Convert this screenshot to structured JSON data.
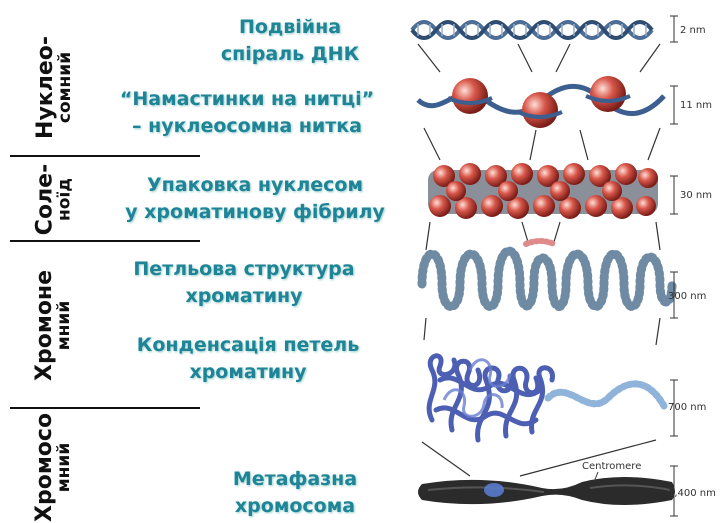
{
  "levels": [
    {
      "line1": "Нуклео-",
      "line2": "сомний"
    },
    {
      "line1": "Соле-",
      "line2": "ноїд"
    },
    {
      "line1": "Хромоне",
      "line2": "мний"
    },
    {
      "line1": "Хромосо",
      "line2": "мний"
    }
  ],
  "descriptions": {
    "dna": [
      "Подвійна",
      "спіраль ДНК"
    ],
    "beads": [
      "“Намастинки на нитці”",
      "– нуклеосомна нитка"
    ],
    "fibril": [
      "Упаковка нуклесом",
      "у хроматинову фібрилу"
    ],
    "loop": [
      "Петльова структура",
      "хроматину"
    ],
    "condense": [
      "Конденсація петель",
      "хроматину"
    ],
    "metaphase": [
      "Метафазна",
      "хромосома"
    ]
  },
  "scale": [
    "2 nm",
    "11 nm",
    "30 nm",
    "300 nm",
    "700 nm",
    "1,400 nm"
  ],
  "centromere_label": "Centromere",
  "colors": {
    "text_accent": "#1e8496",
    "bead": "#c8453c",
    "strand": "#3d5f8f",
    "chromosome": "#2b2b2b"
  }
}
